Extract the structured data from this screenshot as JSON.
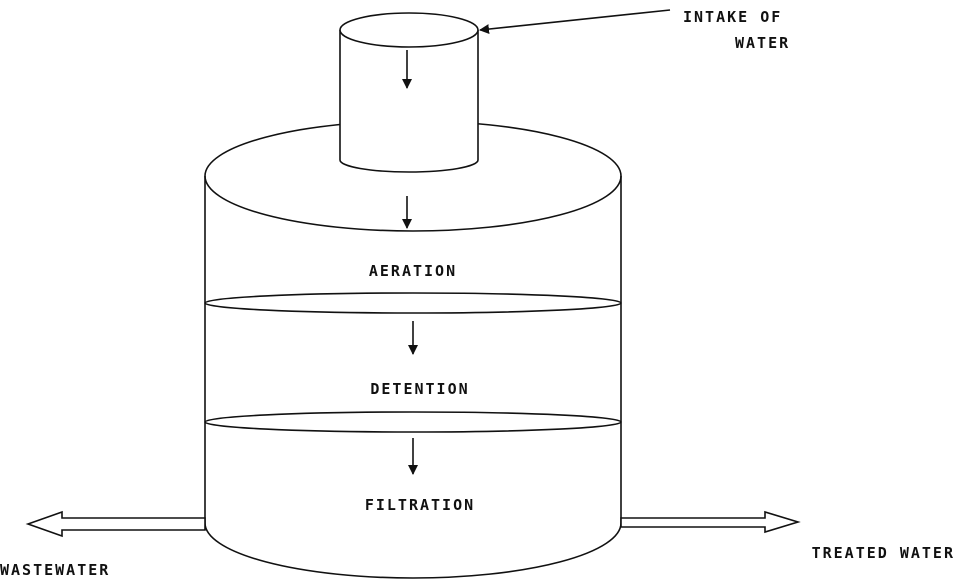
{
  "labels": {
    "intake_line1": "INTAKE OF",
    "intake_line2": "WATER",
    "aeration": "AERATION",
    "detention": "DETENTION",
    "filtration": "FILTRATION",
    "wastewater": "WASTEWATER",
    "treated_water": "TREATED WATER"
  },
  "colors": {
    "line": "#111111",
    "background": "#ffffff"
  }
}
